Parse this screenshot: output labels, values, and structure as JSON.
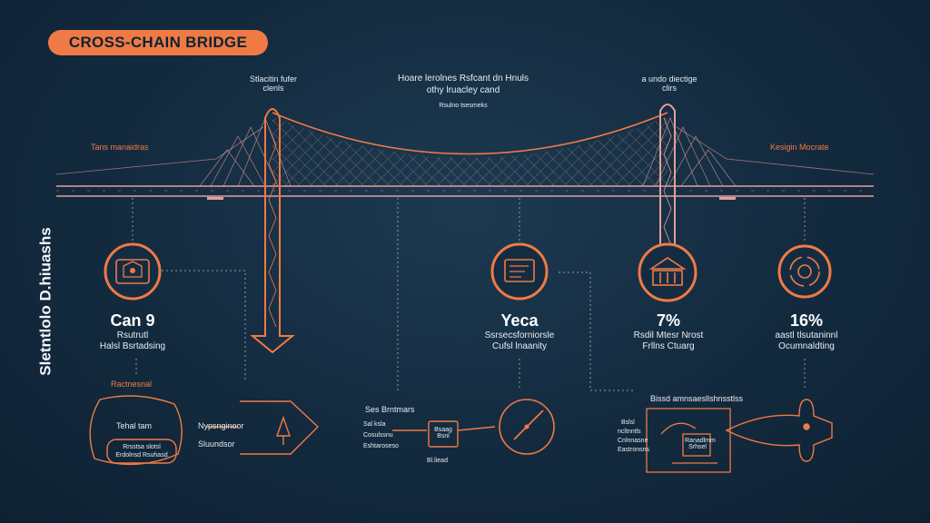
{
  "title": "CROSS-CHAIN BRIDGE",
  "side_title": "Sletntlolo D.hiuashs",
  "top": {
    "center_line1": "Hoare lerolnes Rsfcant dn Hnuls",
    "center_line2": "othy lruacley cand",
    "center_sub": "Rsulno tsesmeks",
    "left_tower_line1": "Stlacitin fufer",
    "left_tower_line2": "clenls",
    "right_tower_line1": "a undo diectige",
    "right_tower_line2": "clirs",
    "left_edge": "Tans manaidras",
    "right_edge": "Kesigin Mocrate"
  },
  "metrics": [
    {
      "value": "Can 9",
      "caption1": "Rsutrutl",
      "caption2": "Halsl Bsrtadsing"
    },
    {
      "value": "Yeca",
      "caption1": "Ssrsecsforniorsle",
      "caption2": "Cufsl lnaanity"
    },
    {
      "value": "7%",
      "caption1": "Rsdil Mtesr Nrost",
      "caption2": "Frllns Ctuarg"
    },
    {
      "value": "16%",
      "caption1": "aastl tlsutaninnl",
      "caption2": "Ocumnaldting"
    }
  ],
  "bottom": {
    "left_top": "Ractnesnal",
    "left_inner1": "Tehal tam",
    "left_inner2a": "Rrsstsa slotsl",
    "left_inner2b": "Erdolnsd Rsuhasd",
    "arrow_label1": "Nypsnginoor",
    "arrow_label2": "Sluundsor",
    "mid_title": "Ses Brntmars",
    "mid_labels": [
      "Sal ksla",
      "Cosulssnu",
      "Eshtaroseso"
    ],
    "mid_box1": "Bsaag",
    "mid_box2": "Bsnl",
    "mid_bottom": "Bl.liead",
    "right_title": "Bissd amnsaesllshnsstlss",
    "right_labels": [
      "Bslsl",
      "ncltnntls",
      "Cnlnnasne",
      "Eastronsns"
    ],
    "screen_label1": "Ranadlmm",
    "screen_label2": "Srhsel"
  },
  "colors": {
    "background": "#132a3e",
    "accent": "#f07a45",
    "bridge_line": "#e3a09a",
    "text": "#e9eef3"
  },
  "icons": [
    "wallet-icon",
    "document-icon",
    "bank-icon",
    "refresh-coin-icon",
    "clock-icon",
    "rocket-icon",
    "dome-icon"
  ]
}
